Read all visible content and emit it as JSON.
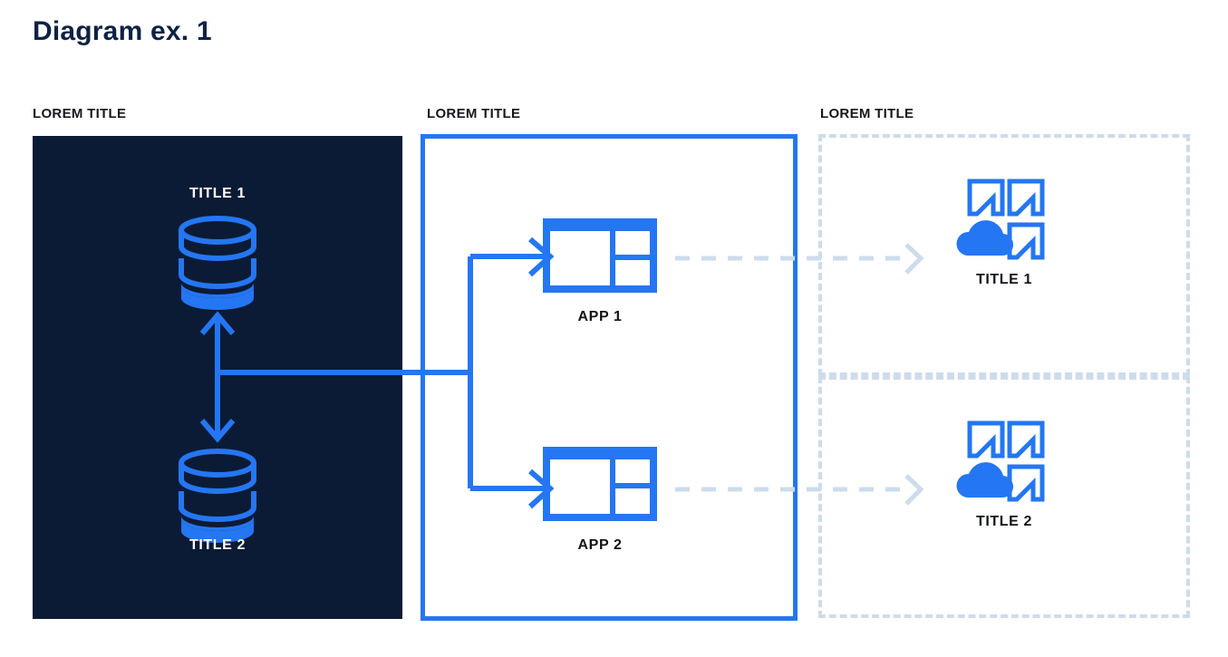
{
  "page": {
    "title": "Diagram ex. 1",
    "background": "#ffffff"
  },
  "colors": {
    "accent_blue": "#2476f3",
    "dark_navy": "#0b1b35",
    "dashed_gray_blue": "#cddcec",
    "text_dark": "#101418",
    "title_navy": "#0e2245"
  },
  "columns": [
    {
      "label": "LOREM TITLE",
      "style": "solid-dark-fill",
      "nodes": [
        {
          "title": "TITLE 1",
          "icon": "database-icon"
        },
        {
          "title": "TITLE 2",
          "icon": "database-icon"
        }
      ]
    },
    {
      "label": "LOREM TITLE",
      "style": "solid-blue-outline",
      "nodes": [
        {
          "title": "APP 1",
          "icon": "app-window-icon"
        },
        {
          "title": "APP 2",
          "icon": "app-window-icon"
        }
      ]
    },
    {
      "label": "LOREM TITLE",
      "style": "dashed-outline",
      "nodes": [
        {
          "title": "TITLE 1",
          "icon": "cloud-migration-icon"
        },
        {
          "title": "TITLE 2",
          "icon": "cloud-migration-icon"
        }
      ]
    }
  ],
  "connectors": [
    {
      "name": "db-bidirectional-arrow",
      "style": "solid-blue",
      "direction": "both"
    },
    {
      "name": "datastore-to-apps-trunk",
      "style": "solid-blue",
      "direction": "right"
    },
    {
      "name": "trunk-to-app-1",
      "style": "solid-blue",
      "direction": "right"
    },
    {
      "name": "trunk-to-app-2",
      "style": "solid-blue",
      "direction": "right"
    },
    {
      "name": "app-1-to-cloud-1",
      "style": "dashed-gray",
      "direction": "right"
    },
    {
      "name": "app-2-to-cloud-2",
      "style": "dashed-gray",
      "direction": "right"
    }
  ]
}
